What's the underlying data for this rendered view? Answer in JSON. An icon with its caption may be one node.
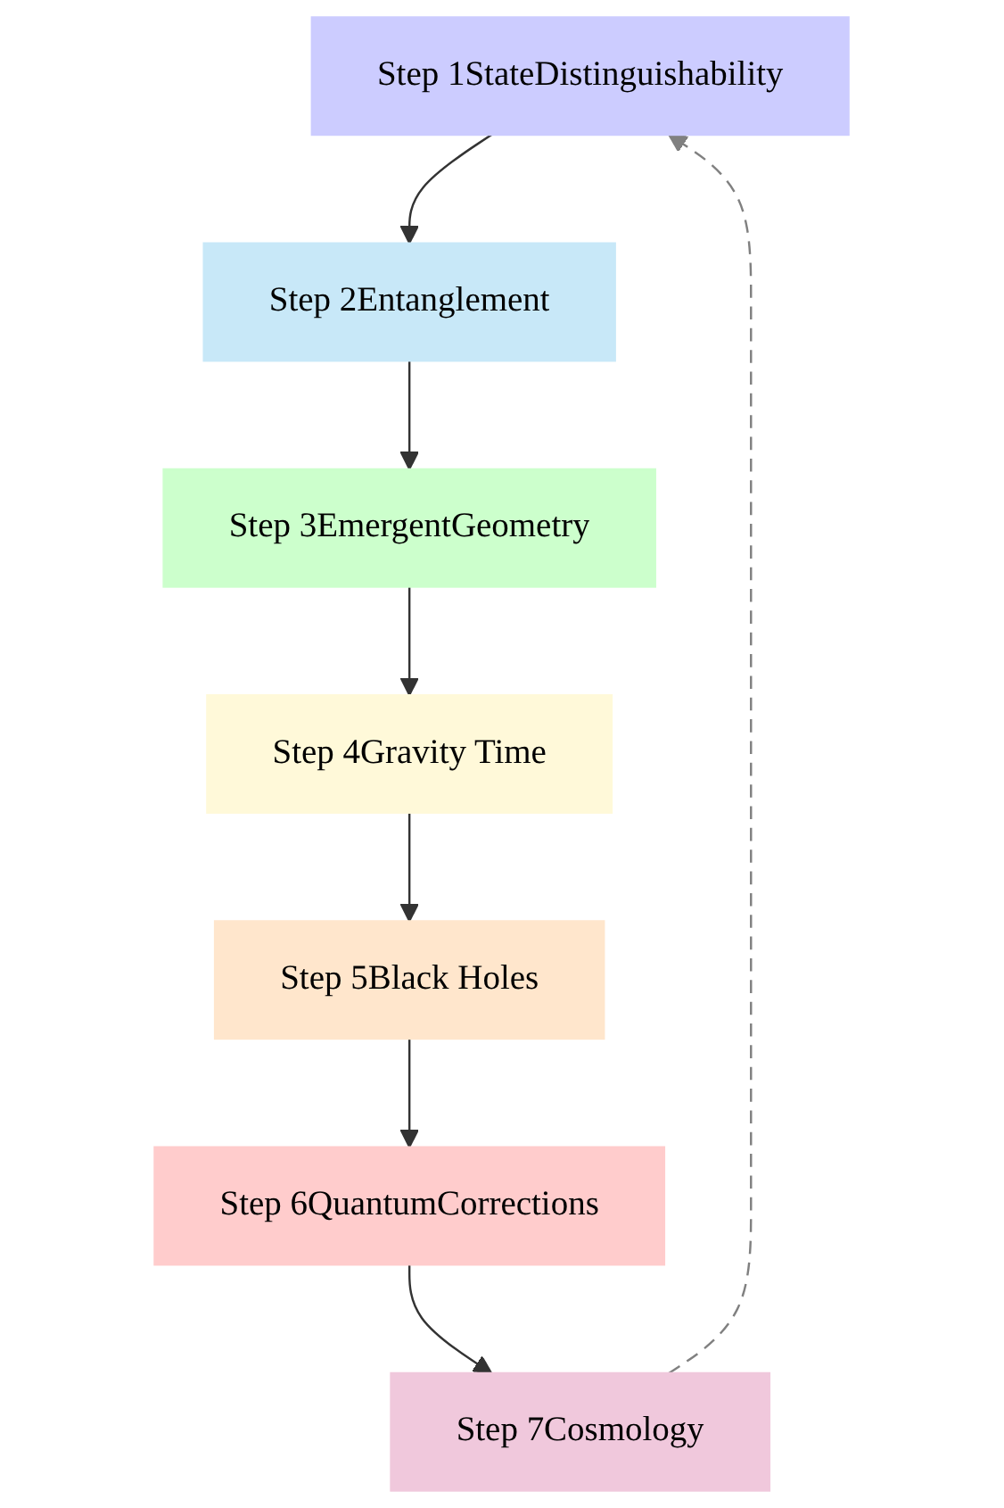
{
  "diagram": {
    "nodes": [
      {
        "text": [
          "Step 1StateDistinguishability"
        ]
      },
      {
        "text": [
          "Step 2Entanglement"
        ]
      },
      {
        "text": [
          "Step 3EmergentGeometry"
        ]
      },
      {
        "text": [
          "Step 4Gravity Time"
        ]
      },
      {
        "text": [
          "Step 5Black Holes"
        ]
      },
      {
        "text": [
          "Step 6QuantumCorrections"
        ]
      },
      {
        "text": [
          "Step 7Cosmology"
        ]
      }
    ],
    "edges": [
      {
        "from": 0,
        "to": 1,
        "arrow": "to"
      },
      {
        "from": 1,
        "to": 2,
        "arrow": "to"
      },
      {
        "from": 2,
        "to": 3,
        "arrow": "to"
      },
      {
        "from": 3,
        "to": 4,
        "arrow": "to"
      },
      {
        "from": 4,
        "to": 5,
        "arrow": "to"
      },
      {
        "from": 5,
        "to": 6,
        "arrow": "to"
      },
      {
        "from": 6,
        "to": 0,
        "arrow": "to",
        "style": "dashed",
        "color": "#808080"
      }
    ]
  }
}
